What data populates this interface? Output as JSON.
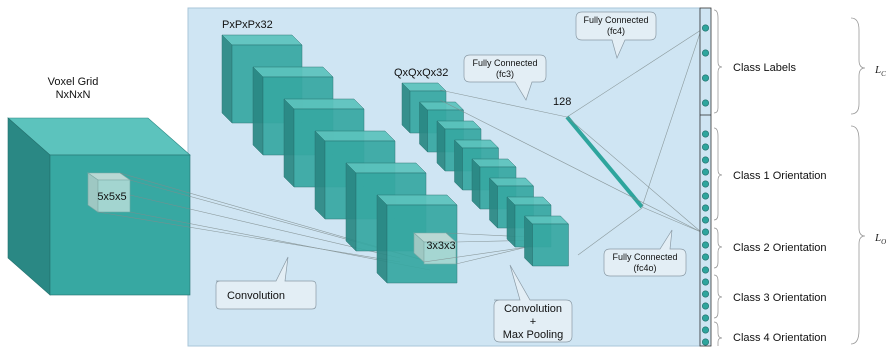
{
  "input": {
    "title": "Voxel Grid",
    "size": "NxNxN",
    "kernel": "5x5x5"
  },
  "conv1": {
    "label": "PxPxPx32",
    "kernel": "3x3x3"
  },
  "conv2": {
    "label": "QxQxQx32"
  },
  "fc": {
    "size": "128"
  },
  "callouts": {
    "convolution": "Convolution",
    "conv_pool_line1": "Convolution",
    "conv_pool_line2": "+",
    "conv_pool_line3": "Max Pooling",
    "fc3_line1": "Fully Connected",
    "fc3_line2": "(fc3)",
    "fc4_line1": "Fully Connected",
    "fc4_line2": "(fc4)",
    "fc4o_line1": "Fully Connected",
    "fc4o_line2": "(fc4o)"
  },
  "outputs": {
    "class_labels": "Class Labels",
    "class1": "Class 1 Orientation",
    "class2": "Class 2 Orientation",
    "class3": "Class 3 Orientation",
    "class4": "Class 4 Orientation"
  },
  "losses": {
    "lc": "L",
    "lc_sub": "C",
    "lo": "L",
    "lo_sub": "O"
  },
  "colors": {
    "panel": "#cfe5f3",
    "cube_front": "#37a8a2",
    "cube_top": "#5cc3bd",
    "cube_side": "#2a8884",
    "fc_bar": "#2ea59d",
    "node": "#2ea59d"
  }
}
